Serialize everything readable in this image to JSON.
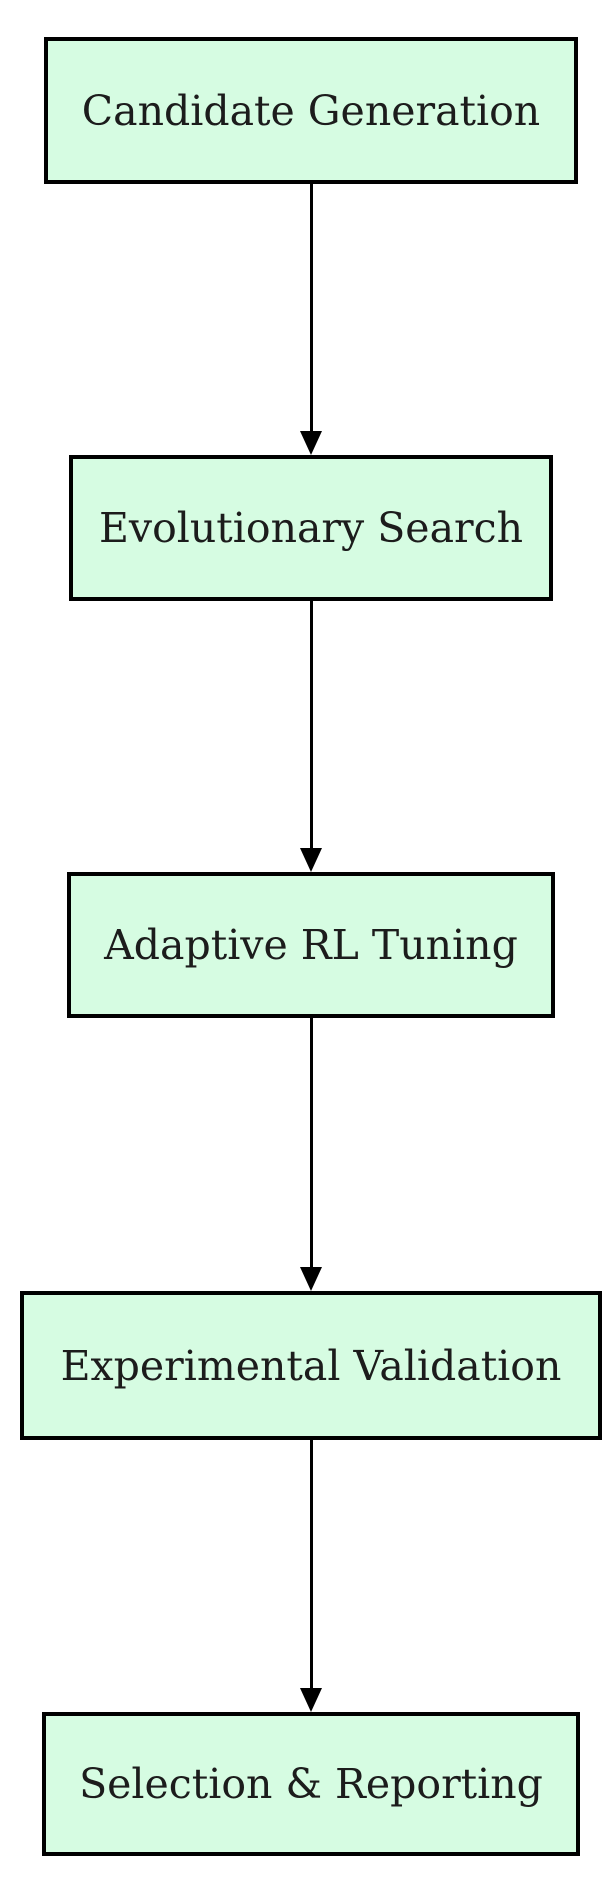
{
  "diagram": {
    "type": "flowchart",
    "direction": "top-down",
    "nodes": [
      {
        "id": "candidate-generation",
        "label": "Candidate Generation"
      },
      {
        "id": "evolutionary-search",
        "label": "Evolutionary Search"
      },
      {
        "id": "adaptive-rl-tuning",
        "label": "Adaptive RL Tuning"
      },
      {
        "id": "experimental-validation",
        "label": "Experimental Validation"
      },
      {
        "id": "selection-reporting",
        "label": "Selection & Reporting"
      }
    ],
    "edges": [
      {
        "from": "candidate-generation",
        "to": "evolutionary-search"
      },
      {
        "from": "evolutionary-search",
        "to": "adaptive-rl-tuning"
      },
      {
        "from": "adaptive-rl-tuning",
        "to": "experimental-validation"
      },
      {
        "from": "experimental-validation",
        "to": "selection-reporting"
      }
    ],
    "colors": {
      "node_fill": "#d6fce2",
      "node_border": "#000000",
      "text": "#1c1c1c",
      "arrow": "#000000",
      "background": "#ffffff"
    }
  }
}
